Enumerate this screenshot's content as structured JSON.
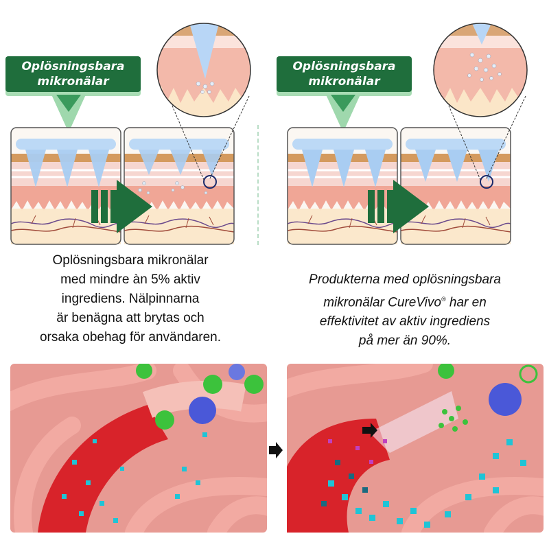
{
  "left": {
    "label_line1": "Oplösningsbara",
    "label_line2": "mikronälar",
    "description": [
      "Oplösningsbara mikronälar",
      "med mindre àn 5% aktiv",
      "ingrediens. Nälpinnarna",
      "är benägna att brytas och",
      "orsaka obehag för användaren."
    ]
  },
  "right": {
    "label_line1": "Oplösningsbara",
    "label_line2": "mikronälar",
    "description_line1": "Produkterna med oplösningsbara",
    "description_line2_pre": "mikronälar CureVivo",
    "description_line2_reg": "®",
    "description_line2_post": " har en",
    "description_line3": "effektivitet av aktiv ingrediens",
    "description_line4": "på mer än 90%."
  },
  "colors": {
    "brand_green": "#1f6e3c",
    "light_green": "#a8dcb4",
    "needle_blue": "#b9d8f5",
    "skin_pink": "#f2b3a6",
    "vessel_red": "#d8232a",
    "particle_cyan": "#1fc4d6"
  }
}
